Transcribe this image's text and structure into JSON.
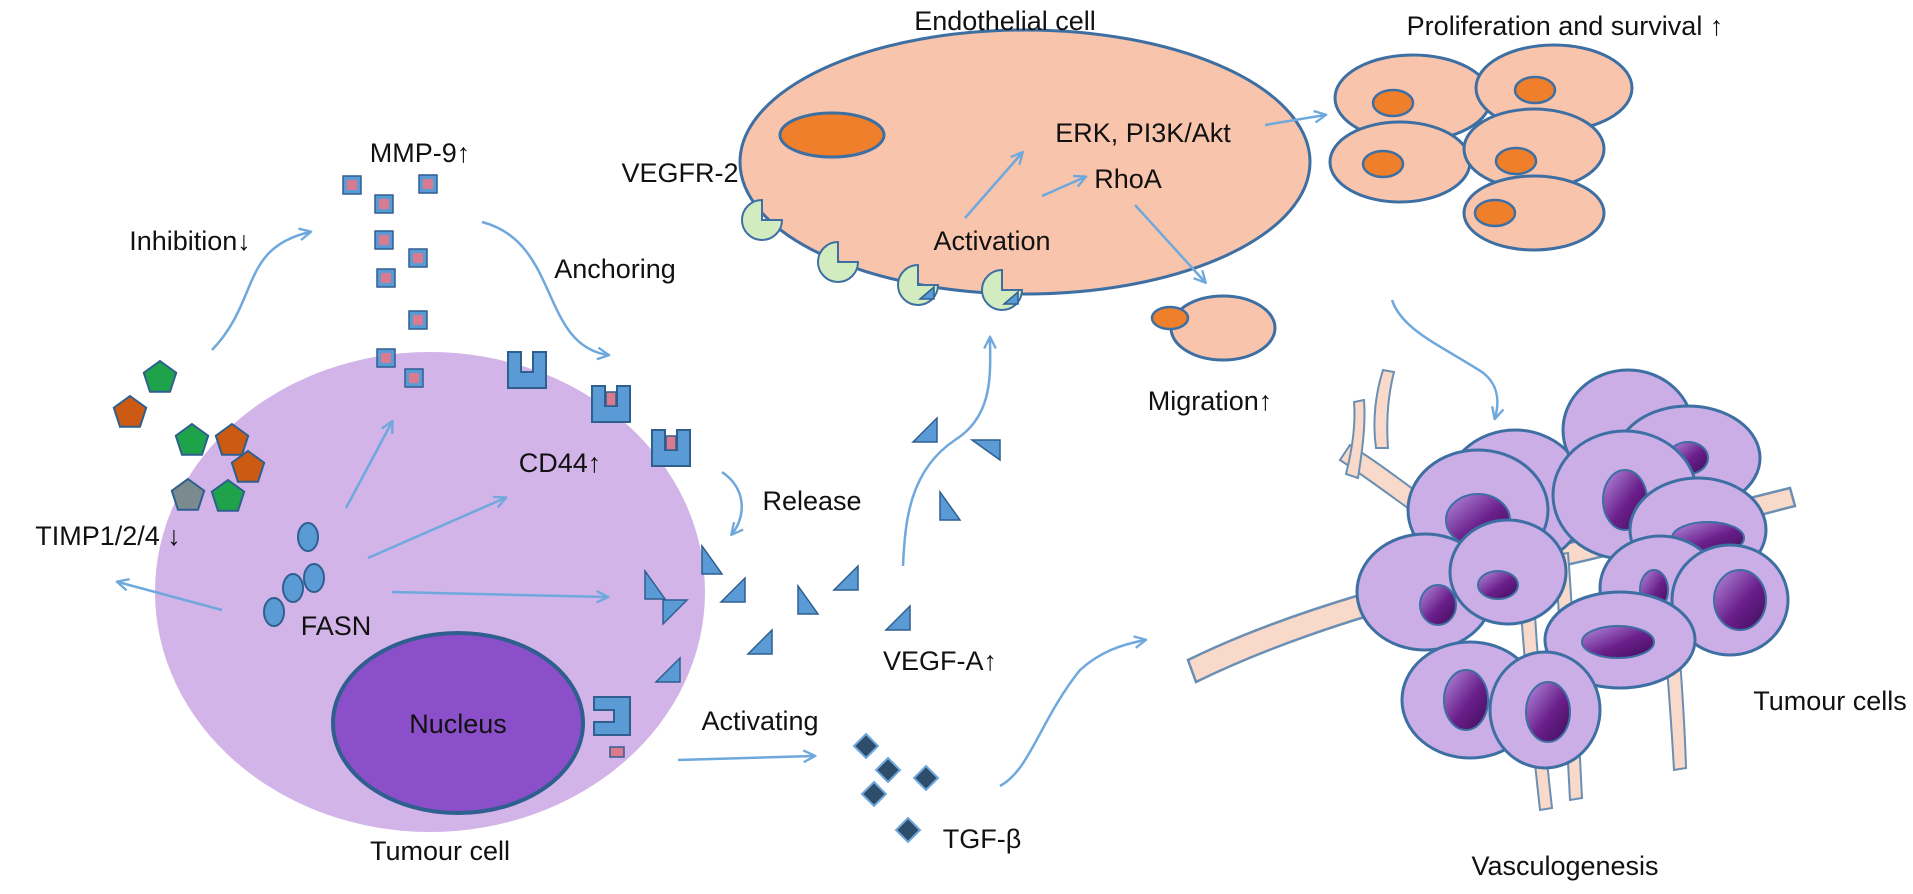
{
  "labels": {
    "endothelial_cell": "Endothelial cell",
    "proliferation": "Proliferation and survival ↑",
    "mmp9": "MMP-9↑",
    "erk_pi3k": "ERK, PI3K/Akt",
    "vegfr2": "VEGFR-2",
    "rhoa": "RhoA",
    "inhibition": "Inhibition↓",
    "anchoring": "Anchoring",
    "activation": "Activation",
    "migration": "Migration↑",
    "cd44": "CD44↑",
    "release": "Release",
    "timp": "TIMP1/2/4 ↓",
    "fasn": "FASN",
    "vegfa": "VEGF-A↑",
    "nucleus": "Nucleus",
    "activating": "Activating",
    "tumour_cells": "Tumour cells",
    "tgfb": "TGF-β",
    "tumour_cell": "Tumour cell",
    "vasculogenesis": "Vasculogenesis"
  },
  "colors": {
    "arrow": "#6fa8dc",
    "outline": "#3d6fa3",
    "tumour_cell_fill": "#d2b4e8",
    "nucleus_fill": "#8b4fc9",
    "endothelial_fill": "#f8c4ac",
    "endothelial_nucleus": "#f07f2c",
    "mmp9_fill": "#d97a8e",
    "receptor_fill": "#5b9bd5",
    "vegfr2_fill": "#d2ecc0",
    "pentagon_green": "#1fa34a",
    "pentagon_orange": "#cc5a12",
    "pentagon_gray": "#7b8a8e",
    "tumour_cells_fill": "#cbaee6",
    "tumour_cells_nucleus": "#6a1f8a",
    "vessel_fill": "#f9d9c9"
  },
  "icons": [
    "pentagon-icon",
    "mmp9-square-icon",
    "cd44-receptor-icon",
    "vegfr2-receptor-icon",
    "vegf-triangle-icon",
    "tgfb-diamond-icon",
    "fasn-vesicle-icon"
  ]
}
